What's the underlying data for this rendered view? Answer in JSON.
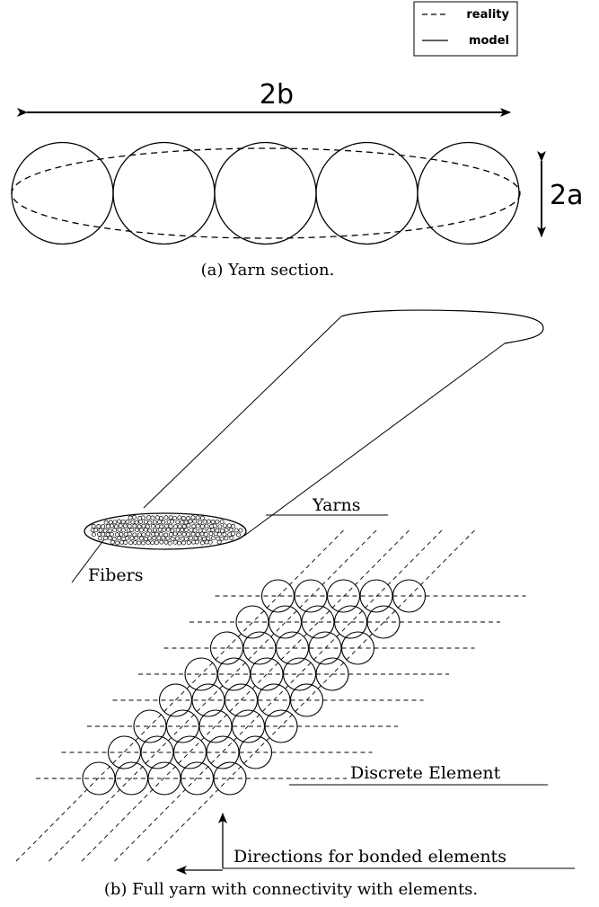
{
  "legend": {
    "items": [
      {
        "label": "reality",
        "style": "dashed"
      },
      {
        "label": "model",
        "style": "solid"
      }
    ]
  },
  "section_a": {
    "width_label": "2b",
    "height_label": "2a",
    "circle_count": 5,
    "caption": "(a) Yarn section."
  },
  "section_b": {
    "yarns_label": "Yarns",
    "fibers_label": "Fibers",
    "discrete_element_label": "Discrete Element",
    "directions_label": "Directions for bonded elements",
    "caption": "(b) Full yarn with connectivity with elements."
  }
}
